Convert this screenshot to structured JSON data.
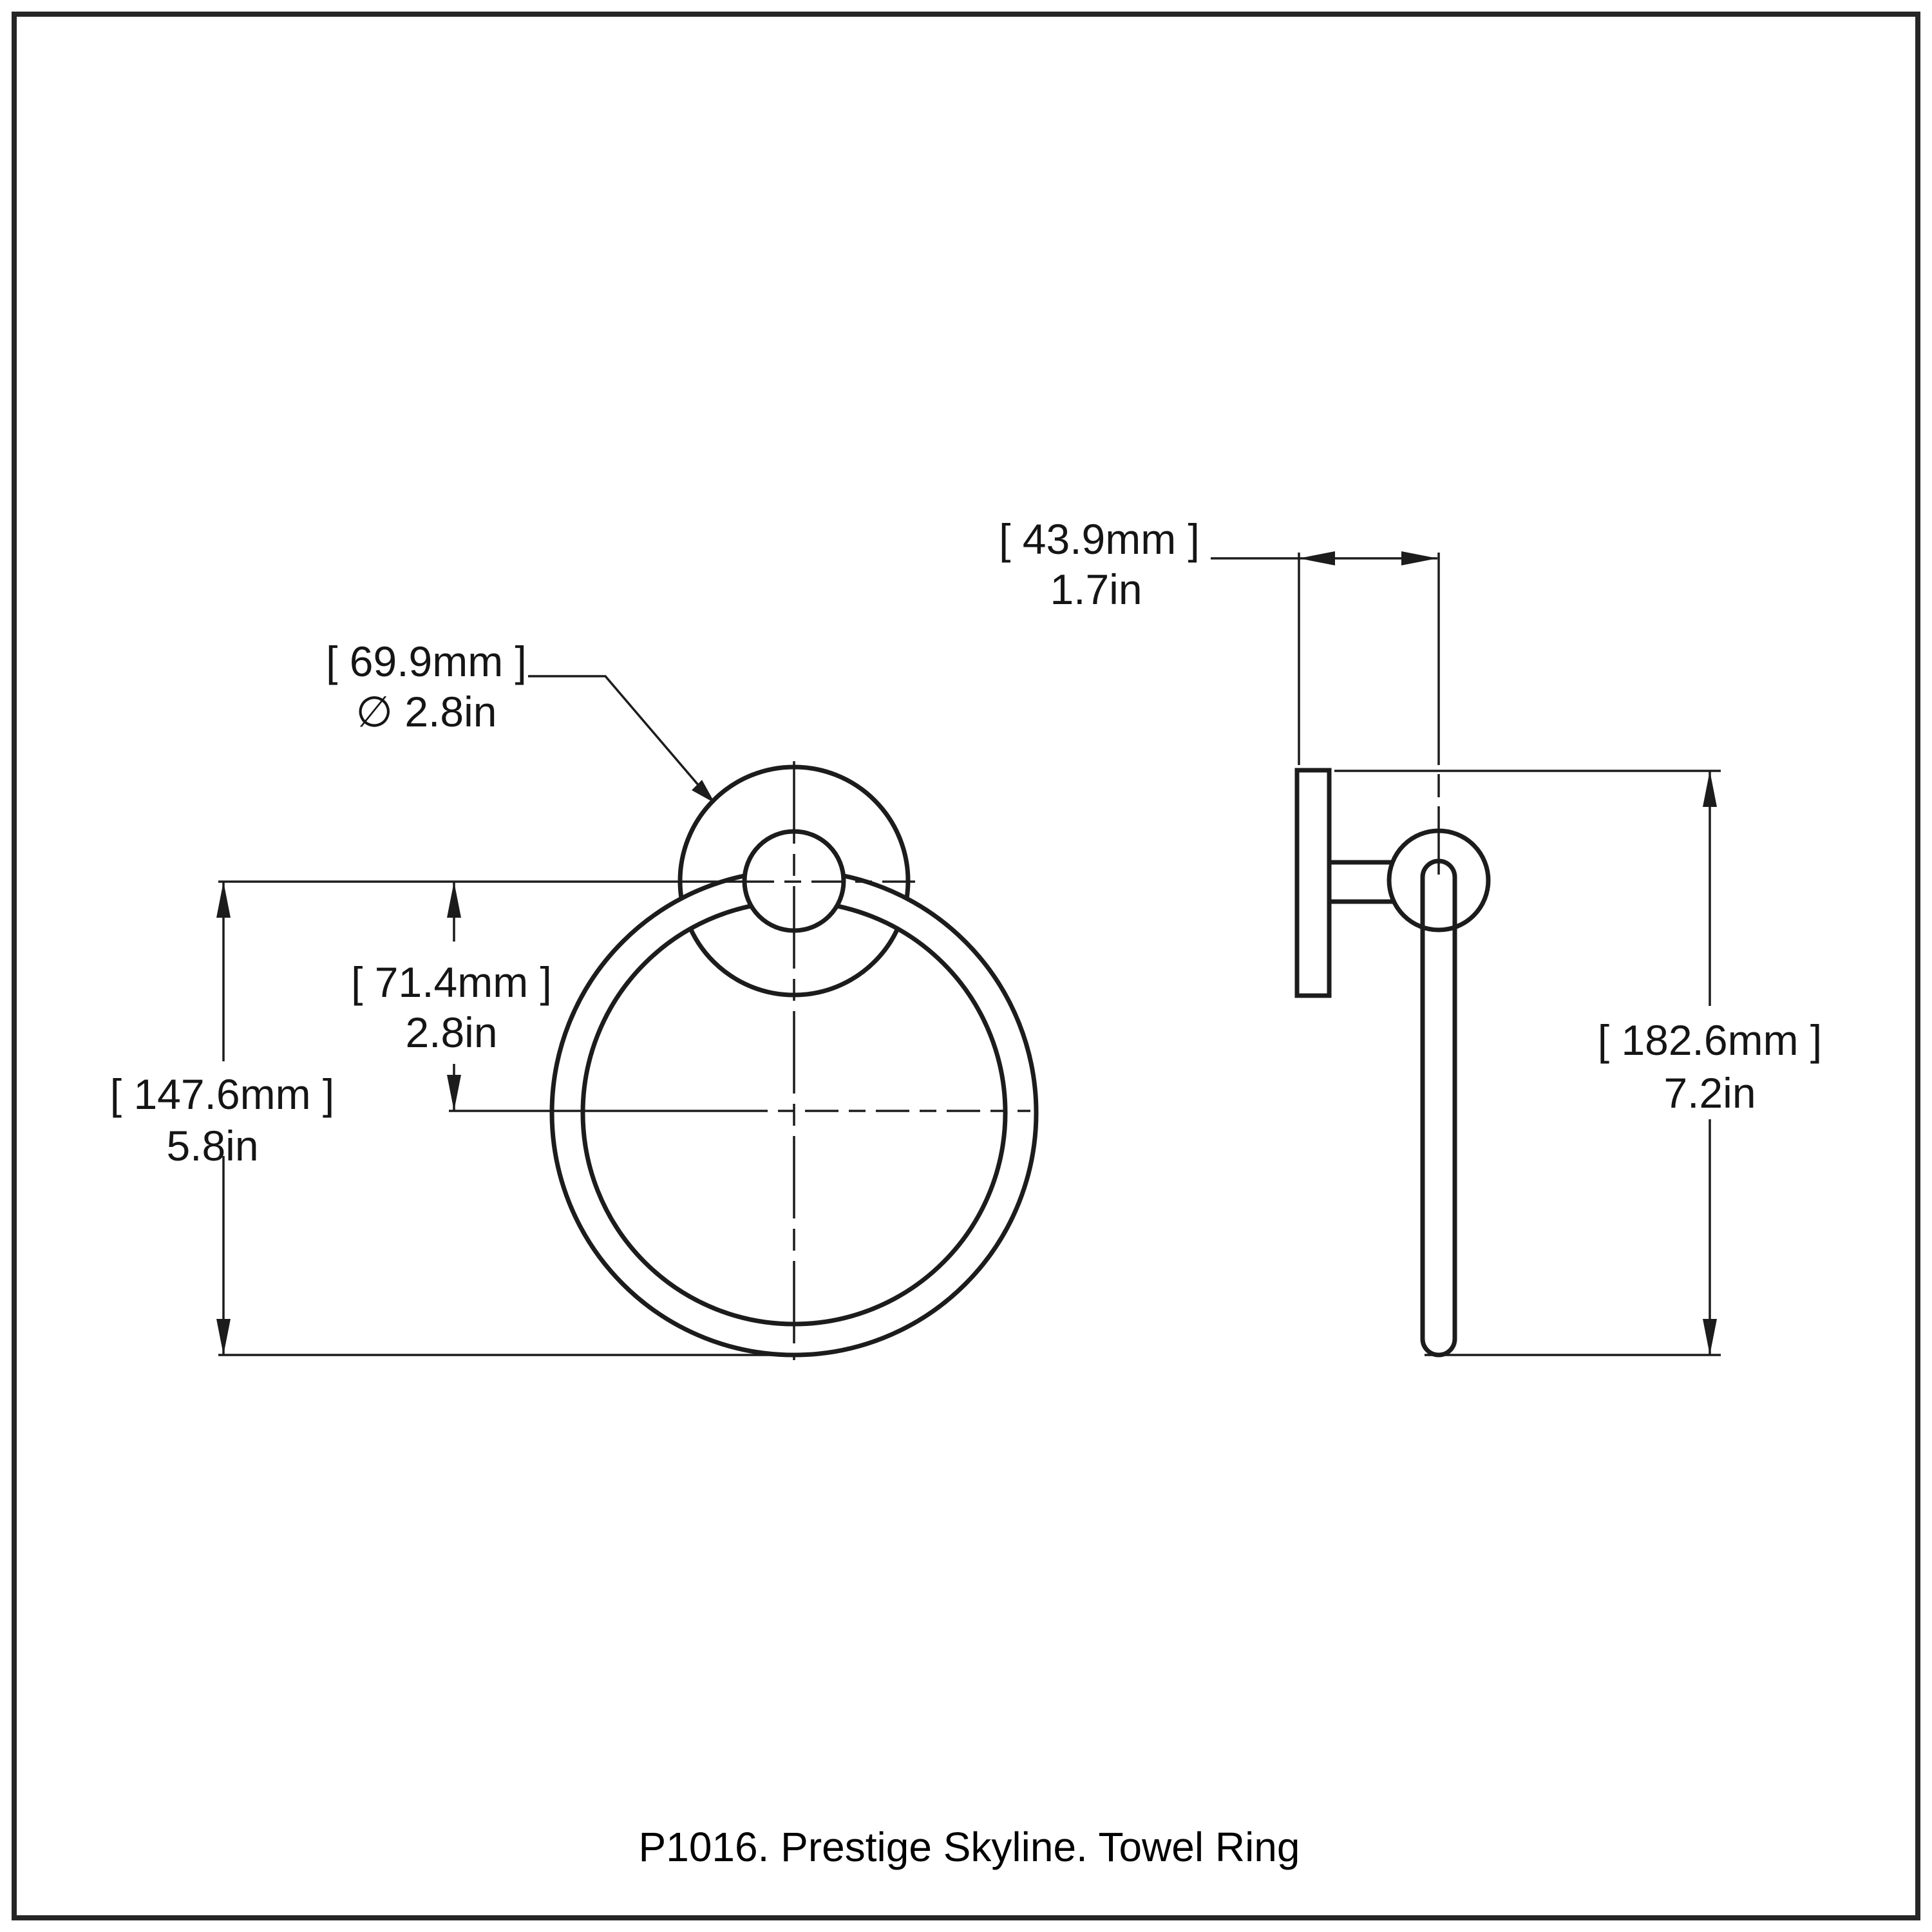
{
  "drawing": {
    "caption": "P1016. Prestige Skyline. Towel Ring",
    "line_color": "#1c1c1c",
    "background_color": "#ffffff",
    "views": {
      "front_view_name": "front-elevation-towel-ring",
      "side_view_name": "side-profile-towel-ring"
    },
    "dimensions": {
      "plate_diameter": {
        "mm_label": "[ 69.9mm ]",
        "in_label": "∅ 2.8in"
      },
      "ring_center_offset": {
        "mm_label": "[ 71.4mm ]",
        "in_label": "2.8in"
      },
      "front_overall_height": {
        "mm_label": "[ 147.6mm ]",
        "in_label": "5.8in"
      },
      "wall_projection": {
        "mm_label": "[ 43.9mm ]",
        "in_label": "1.7in"
      },
      "side_overall_height": {
        "mm_label": "[ 182.6mm ]",
        "in_label": "7.2in"
      }
    }
  }
}
